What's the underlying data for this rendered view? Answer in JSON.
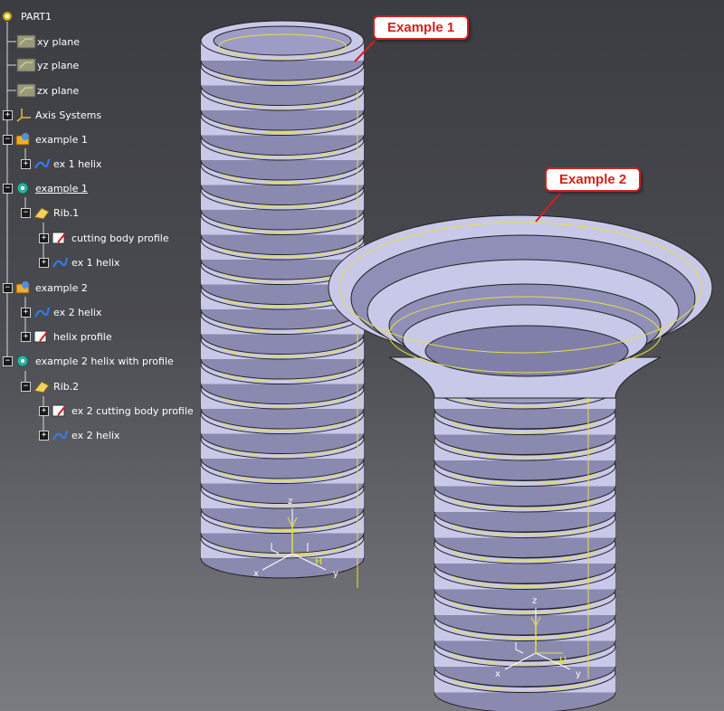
{
  "tree": {
    "root": "PART1",
    "items": [
      {
        "label": "xy plane"
      },
      {
        "label": "yz plane"
      },
      {
        "label": "zx plane"
      },
      {
        "label": "Axis Systems"
      },
      {
        "label": "example 1"
      },
      {
        "label": "ex 1 helix"
      },
      {
        "label": "example 1"
      },
      {
        "label": "Rib.1"
      },
      {
        "label": "cutting body profile"
      },
      {
        "label": "ex 1 helix"
      },
      {
        "label": "example 2"
      },
      {
        "label": "ex 2 helix"
      },
      {
        "label": "helix profile"
      },
      {
        "label": "example 2 helix with profile"
      },
      {
        "label": "Rib.2"
      },
      {
        "label": "ex 2 cutting body profile"
      },
      {
        "label": "ex 2 helix"
      }
    ]
  },
  "callouts": {
    "example1": "Example 1",
    "example2": "Example 2"
  },
  "axes": {
    "left": {
      "z": "z",
      "x": "x",
      "y": "y",
      "h": "H"
    },
    "right": {
      "z": "z",
      "x": "x",
      "y": "y",
      "h": "H"
    }
  },
  "colors": {
    "spring_face": "#c8c8e8",
    "spring_shadow": "#8a8ab0",
    "wire": "#e8e040",
    "callout_border": "#d42020"
  }
}
